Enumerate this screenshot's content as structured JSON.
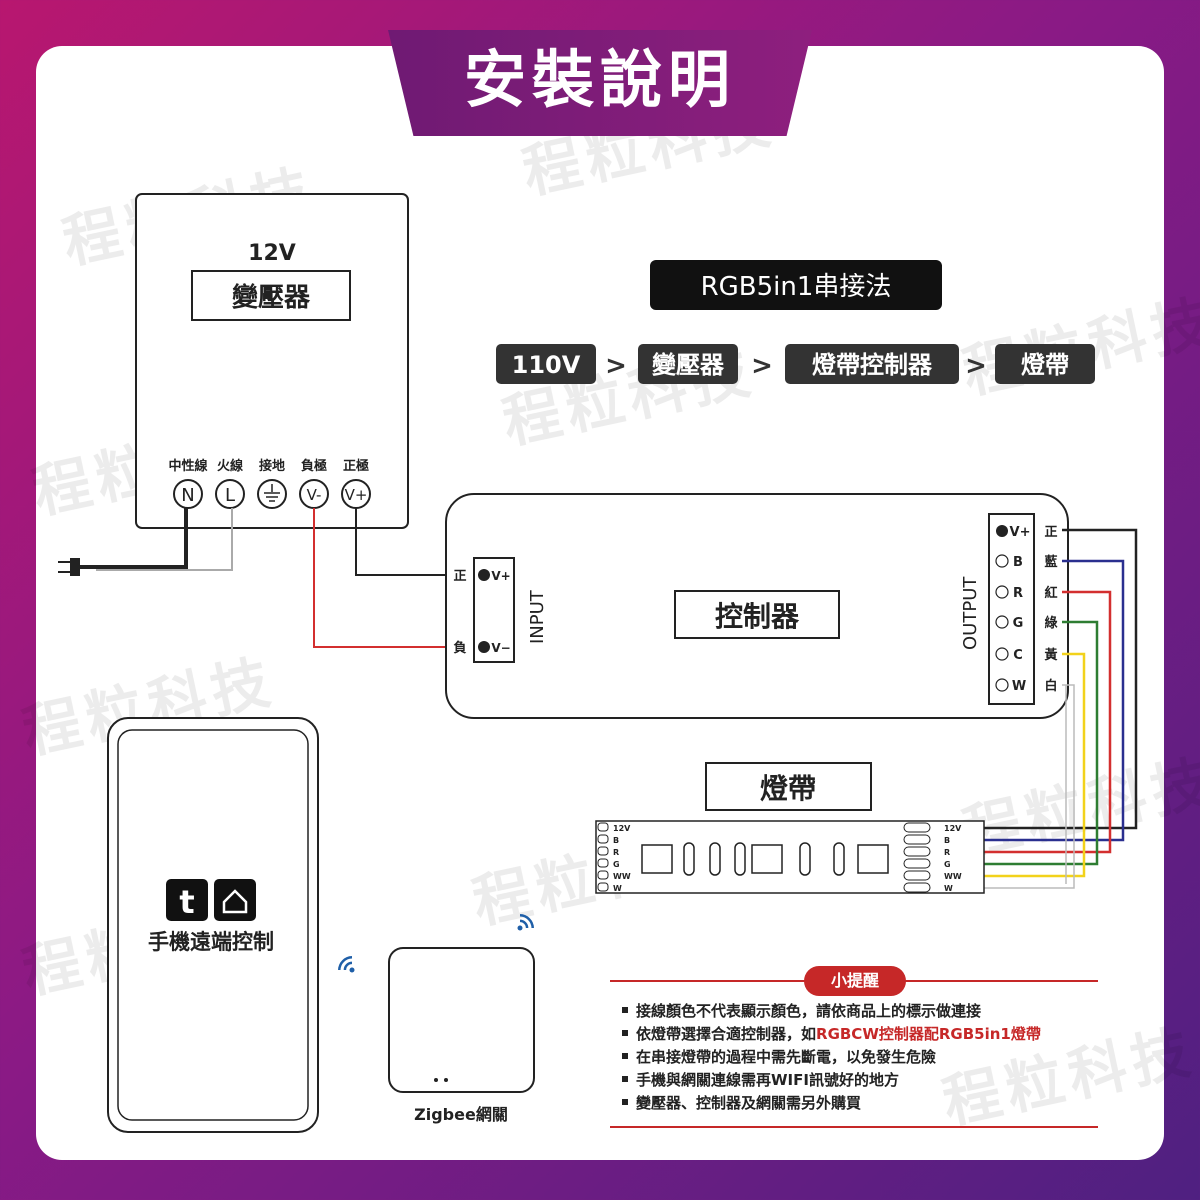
{
  "title": "安裝說明",
  "watermark": "程粒科技",
  "transformer": {
    "voltage": "12V",
    "name": "變壓器",
    "terminals": [
      {
        "label": "中性線",
        "symbol": "N"
      },
      {
        "label": "火線",
        "symbol": "L"
      },
      {
        "label": "接地",
        "symbol": "⏚"
      },
      {
        "label": "負極",
        "symbol": "V-"
      },
      {
        "label": "正極",
        "symbol": "V+"
      }
    ]
  },
  "method_title": "RGB5in1串接法",
  "flow_steps": [
    "110V",
    "變壓器",
    "燈帶控制器",
    "燈帶"
  ],
  "flow_arrow": ">",
  "controller": {
    "name": "控制器",
    "input_label": "INPUT",
    "output_label": "OUTPUT",
    "input_pins": [
      {
        "side": "正",
        "pin": "V+"
      },
      {
        "side": "負",
        "pin": "V−"
      }
    ],
    "output_pins": [
      {
        "pin": "V+",
        "wire": "正",
        "color": "#222222"
      },
      {
        "pin": "B",
        "wire": "藍",
        "color": "#2a2f8f"
      },
      {
        "pin": "R",
        "wire": "紅",
        "color": "#d32f2f"
      },
      {
        "pin": "G",
        "wire": "綠",
        "color": "#2e7d32"
      },
      {
        "pin": "C",
        "wire": "黃",
        "color": "#f2d21b"
      },
      {
        "pin": "W",
        "wire": "白",
        "color": "#bdbdbd"
      }
    ]
  },
  "strip": {
    "name": "燈帶",
    "pad_labels": [
      "12V",
      "B",
      "R",
      "G",
      "WW",
      "W"
    ]
  },
  "phone": {
    "label": "手機遠端控制",
    "app_icons": [
      "tuya-icon",
      "smart-home-icon"
    ]
  },
  "gateway": {
    "label": "Zigbee網關"
  },
  "tips": {
    "heading": "小提醒",
    "items": [
      {
        "text": "接線顏色不代表顯示顏色，請依商品上的標示做連接",
        "highlight": ""
      },
      {
        "text": "依燈帶選擇合適控制器，如",
        "highlight": "RGBCW控制器配RGB5in1燈帶"
      },
      {
        "text": "在串接燈帶的過程中需先斷電，以免發生危險",
        "highlight": ""
      },
      {
        "text": "手機與網關連線需再WIFI訊號好的地方",
        "highlight": ""
      },
      {
        "text": "變壓器、控制器及網關需另外購買",
        "highlight": ""
      }
    ]
  },
  "colors": {
    "accent": "#8e1f7e",
    "warning": "#c62828",
    "dark": "#222222"
  }
}
